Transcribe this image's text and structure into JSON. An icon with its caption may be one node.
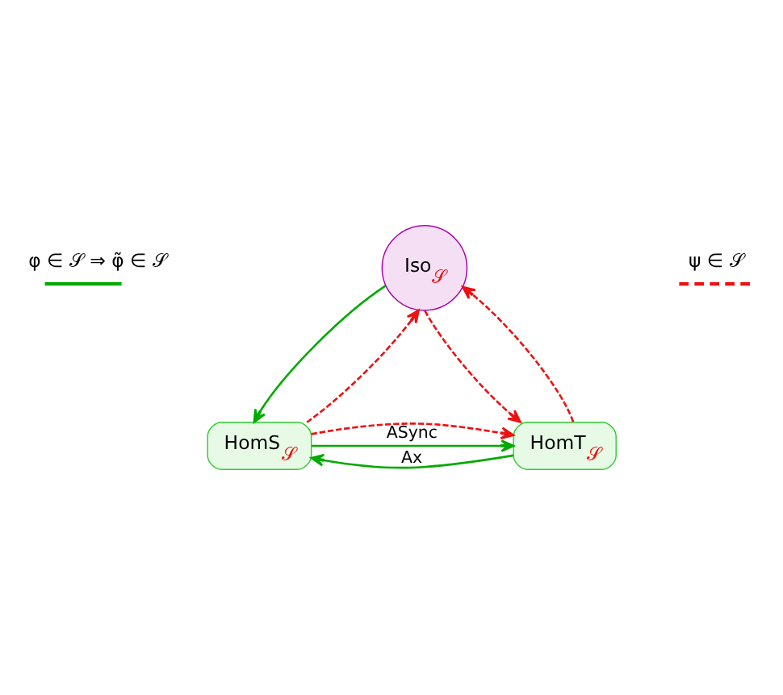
{
  "diagram": {
    "nodes": [
      {
        "text": [
          "Iso$_{𝒮}$"
        ]
      },
      {
        "text": [
          "HomS$_{𝒮}$"
        ]
      },
      {
        "text": [
          "HomT$_{𝒮}$"
        ]
      }
    ],
    "edges": [
      {
        "from": 0,
        "to": 1,
        "arrow": "to",
        "color": "#00aa00"
      },
      {
        "from": 1,
        "to": 0,
        "arrow": "to",
        "style": "dashed"
      },
      {
        "from": 2,
        "to": 0,
        "arrow": "to",
        "style": "dashed"
      },
      {
        "from": 0,
        "to": 2,
        "arrow": "to",
        "style": "dashed"
      },
      {
        "from": 2,
        "to": 1,
        "arrow": "to",
        "label": "Ax",
        "color": "#00aa00"
      },
      {
        "from": 1,
        "to": 2,
        "arrow": "to",
        "style": "dashed"
      },
      {
        "from": 1,
        "to": 2,
        "arrow": "to",
        "label": "ASync",
        "color": "#00aa00"
      }
    ],
    "legend": [
      {
        "text": "φ ∈ 𝒮 ⇒ φ̃ ∈ 𝒮"
      },
      {
        "text": "ψ ∈ 𝒮"
      }
    ]
  }
}
